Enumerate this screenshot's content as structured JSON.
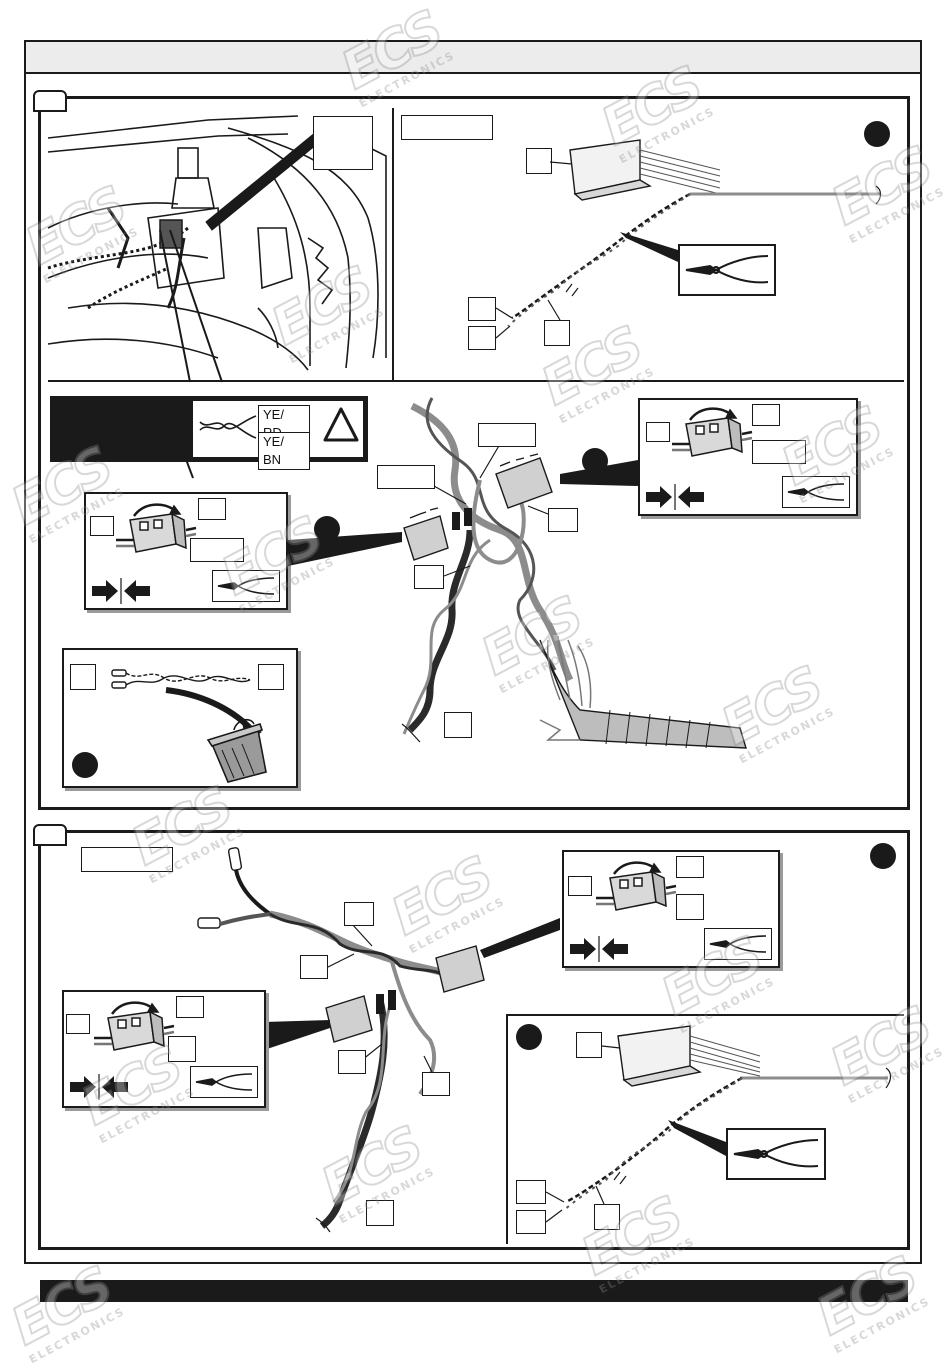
{
  "warning_labels": {
    "wire_1": "YE/ RD",
    "wire_2": "YE/ BN"
  },
  "watermark": {
    "logo_text": "ECS",
    "logo_subtext": "ELECTRONICS"
  },
  "colors": {
    "ink": "#1a1a1a",
    "wire_grey": "#8c8c8c",
    "wire_dark": "#2a2a2a",
    "title_bar": "#ececec",
    "shadow": "#9a9a9a"
  },
  "icons": {
    "warning": "warning-triangle-icon",
    "pliers": "pliers-icon",
    "push_together": "arrows-push-together-icon",
    "trash": "trash-bin-icon",
    "connector": "connector-block-icon"
  }
}
